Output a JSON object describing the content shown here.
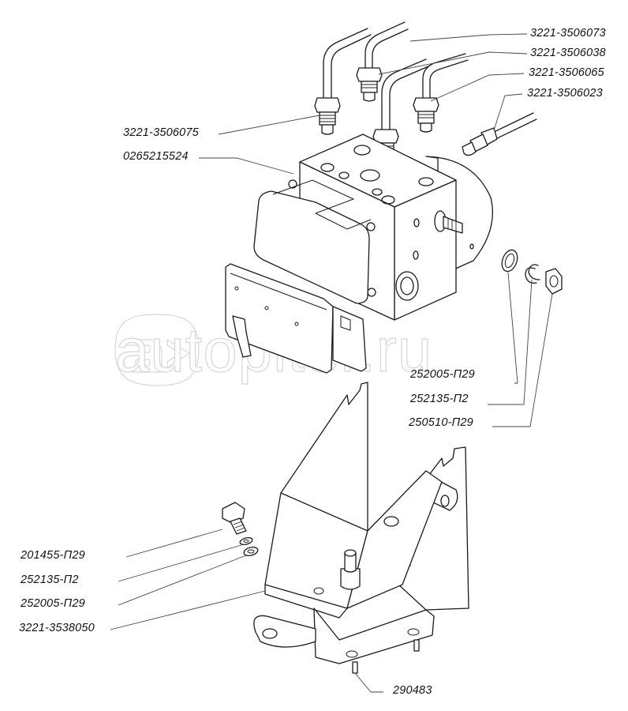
{
  "diagram": {
    "type": "exploded-parts-drawing",
    "subject": "ABS hydraulic modulator with mounting bracket",
    "watermark": "autopiter.ru",
    "parts": [
      {
        "id": "p1",
        "number": "3221-3506073",
        "side": "right"
      },
      {
        "id": "p2",
        "number": "3221-3506038",
        "side": "right"
      },
      {
        "id": "p3",
        "number": "3221-3506065",
        "side": "right"
      },
      {
        "id": "p4",
        "number": "3221-3506023",
        "side": "right"
      },
      {
        "id": "p5",
        "number": "3221-3506075",
        "side": "left"
      },
      {
        "id": "p6",
        "number": "0265215524",
        "side": "left"
      },
      {
        "id": "p7",
        "number": "252005-П29",
        "side": "right"
      },
      {
        "id": "p8",
        "number": "252135-П2",
        "side": "right"
      },
      {
        "id": "p9",
        "number": "250510-П29",
        "side": "right"
      },
      {
        "id": "p10",
        "number": "201455-П29",
        "side": "left"
      },
      {
        "id": "p11",
        "number": "252135-П2",
        "side": "left"
      },
      {
        "id": "p12",
        "number": "252005-П29",
        "side": "left"
      },
      {
        "id": "p13",
        "number": "3221-3538050",
        "side": "left"
      },
      {
        "id": "p14",
        "number": "290483",
        "side": "bottom"
      }
    ]
  }
}
